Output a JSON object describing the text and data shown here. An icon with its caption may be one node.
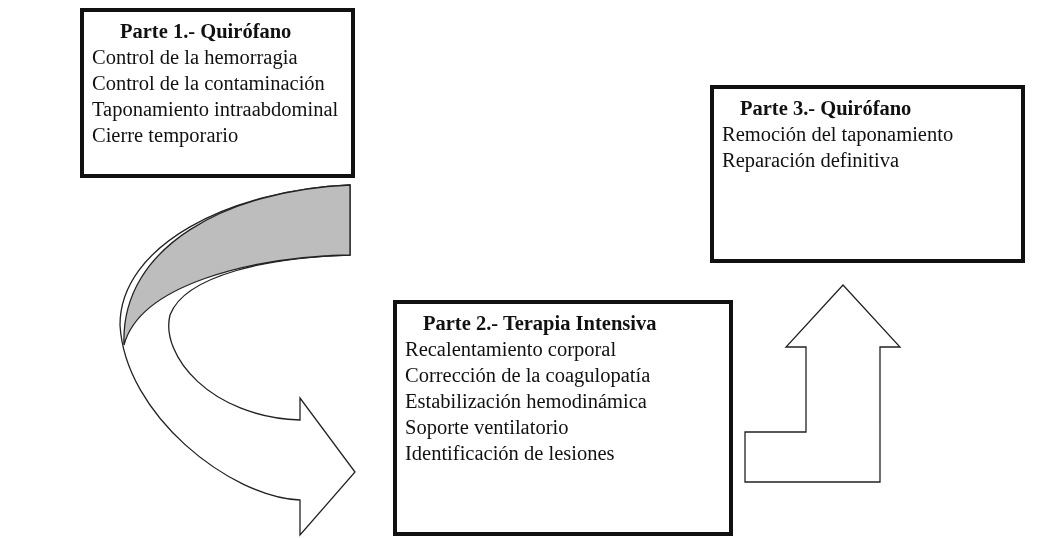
{
  "diagram": {
    "nodes": [
      {
        "text": [
          "Parte 1.- Quirófano",
          "Control de la hemorragia",
          "Control de la contaminación",
          "Taponamiento intraabdominal",
          "Cierre temporario"
        ]
      },
      {
        "text": [
          "Parte 2.- Terapia Intensiva",
          "Recalentamiento corporal",
          "Corrección de la coagulopatía",
          "Estabilización hemodinámica",
          "Soporte ventilatorio",
          "Identificación de lesiones"
        ]
      },
      {
        "text": [
          "Parte 3.- Quirófano",
          "Remoción del taponamiento",
          "Reparación definitiva"
        ]
      }
    ],
    "edges": [
      {
        "from": 0,
        "to": 1,
        "arrow": "to"
      },
      {
        "from": 1,
        "to": 2,
        "arrow": "to"
      }
    ]
  }
}
